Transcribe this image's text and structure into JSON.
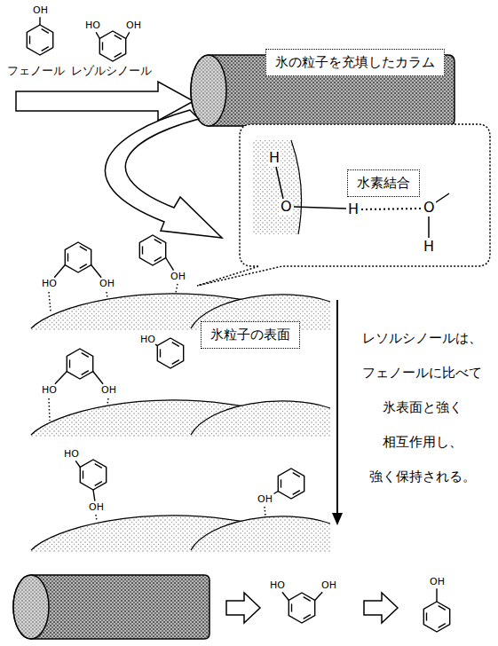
{
  "diagram": {
    "nodes": [
      {
        "text": [
          "氷の粒子を充填したカラム"
        ]
      },
      {
        "text": [
          "水素結合"
        ]
      },
      {
        "text": [
          "氷粒子の表面"
        ]
      }
    ],
    "labels": [
      "OH",
      "HO",
      "OH",
      "フェノール",
      "レゾルシノール",
      "H",
      "O",
      "H",
      "O",
      "H",
      "HO",
      "OH",
      "OH",
      "レソルシノールは、 フェノールに比べて 氷表面と強く 相互作用し、 強く保持される。",
      "HO",
      "OH",
      "HO",
      "HO",
      "OH",
      "OH",
      "HO",
      "OH",
      "OH"
    ]
  }
}
